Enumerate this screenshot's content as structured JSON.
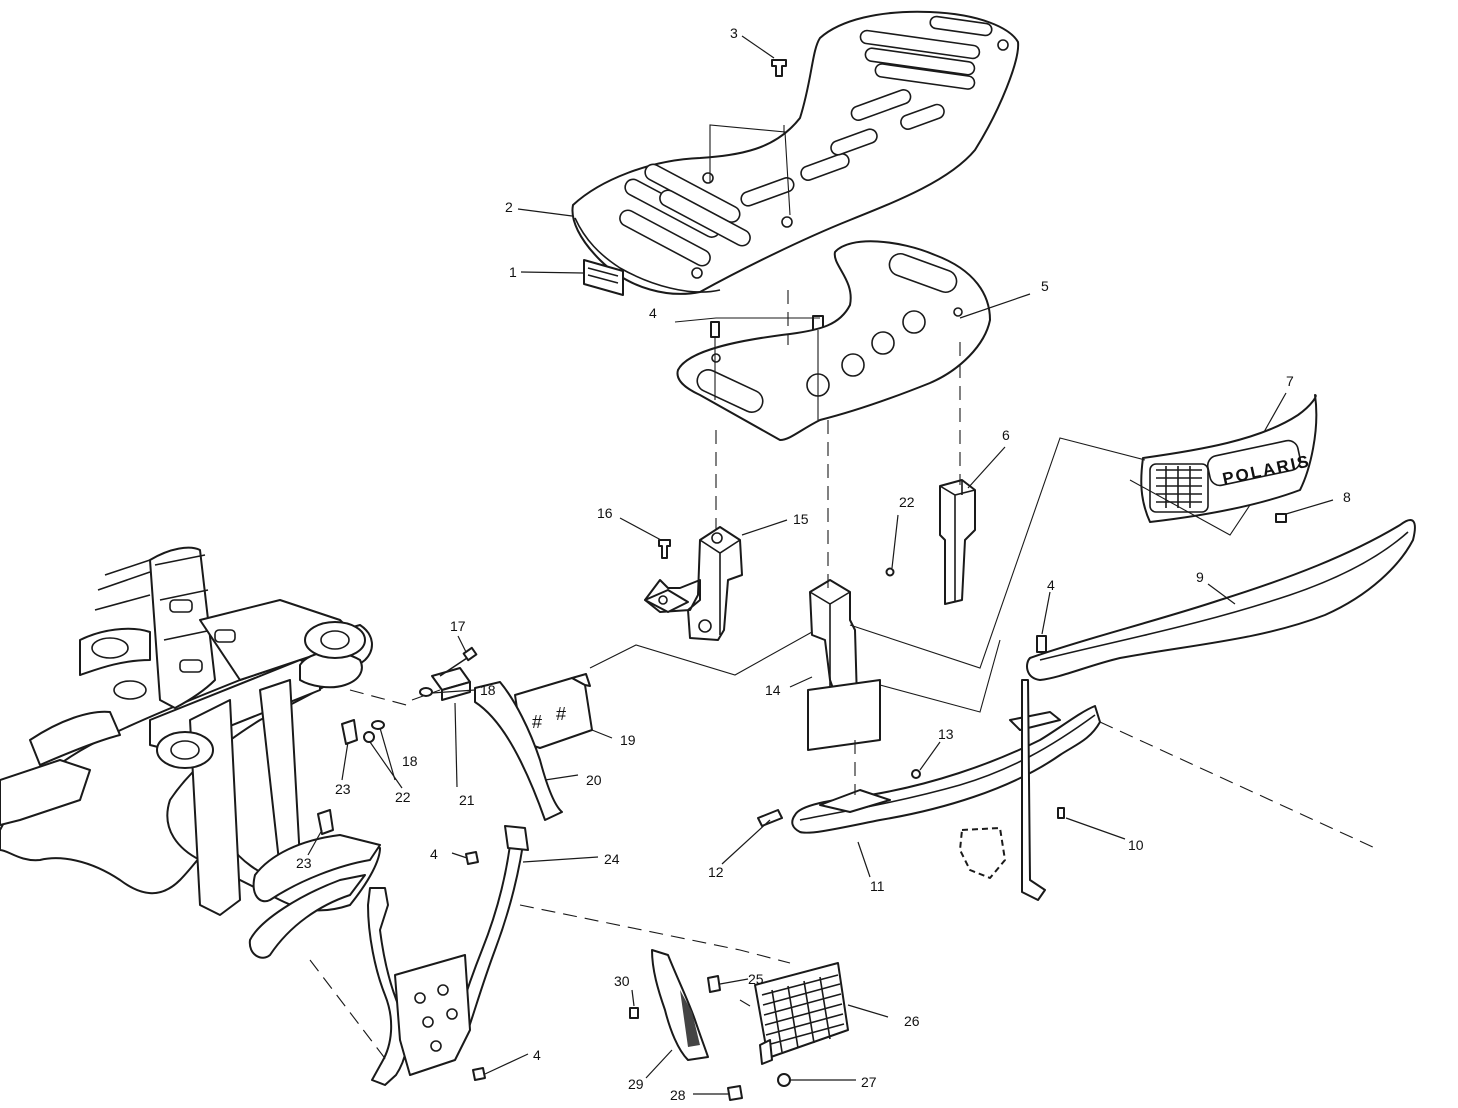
{
  "callouts": [
    {
      "id": "c1",
      "text": "1",
      "part": "rack-decal"
    },
    {
      "id": "c2",
      "text": "2",
      "part": "front-rack"
    },
    {
      "id": "c3",
      "text": "3",
      "part": "rack-screw"
    },
    {
      "id": "c4a",
      "text": "4",
      "part": "rack-bolts"
    },
    {
      "id": "c5",
      "text": "5",
      "part": "rack-support-plate"
    },
    {
      "id": "c6",
      "text": "6",
      "part": "right-rack-bracket"
    },
    {
      "id": "c7",
      "text": "7",
      "part": "front-grille"
    },
    {
      "id": "c8",
      "text": "8",
      "part": "grille-screw"
    },
    {
      "id": "c9",
      "text": "9",
      "part": "front-bumper"
    },
    {
      "id": "c4b",
      "text": "4",
      "part": "bumper-bolt"
    },
    {
      "id": "c10",
      "text": "10",
      "part": "bumper-lower-bolt"
    },
    {
      "id": "c11",
      "text": "11",
      "part": "bumper-mount-tube"
    },
    {
      "id": "c12",
      "text": "12",
      "part": "mount-bolt"
    },
    {
      "id": "c13",
      "text": "13",
      "part": "mount-nut"
    },
    {
      "id": "c14",
      "text": "14",
      "part": "center-rack-bracket"
    },
    {
      "id": "c15",
      "text": "15",
      "part": "left-rack-bracket"
    },
    {
      "id": "c16",
      "text": "16",
      "part": "bracket-bolt"
    },
    {
      "id": "c17",
      "text": "17",
      "part": "frame-bolt"
    },
    {
      "id": "c18a",
      "text": "18",
      "part": "washer-upper"
    },
    {
      "id": "c18b",
      "text": "18",
      "part": "washer-lower"
    },
    {
      "id": "c19",
      "text": "19",
      "part": "pad"
    },
    {
      "id": "c20",
      "text": "20",
      "part": "tube-bracket"
    },
    {
      "id": "c21",
      "text": "21",
      "part": "spacer"
    },
    {
      "id": "c22a",
      "text": "22",
      "part": "nut-upper"
    },
    {
      "id": "c22b",
      "text": "22",
      "part": "nut-lower"
    },
    {
      "id": "c23a",
      "text": "23",
      "part": "clip-upper"
    },
    {
      "id": "c23b",
      "text": "23",
      "part": "clip-lower"
    },
    {
      "id": "c24",
      "text": "24",
      "part": "brush-guard"
    },
    {
      "id": "c4c",
      "text": "4",
      "part": "guard-bolt-upper"
    },
    {
      "id": "c4d",
      "text": "4",
      "part": "guard-bolt-lower"
    },
    {
      "id": "c25",
      "text": "25",
      "part": "clip"
    },
    {
      "id": "c26",
      "text": "26",
      "part": "screen"
    },
    {
      "id": "c27",
      "text": "27",
      "part": "nut"
    },
    {
      "id": "c28",
      "text": "28",
      "part": "screw"
    },
    {
      "id": "c29",
      "text": "29",
      "part": "side-panel"
    },
    {
      "id": "c30",
      "text": "30",
      "part": "panel-screw"
    }
  ]
}
